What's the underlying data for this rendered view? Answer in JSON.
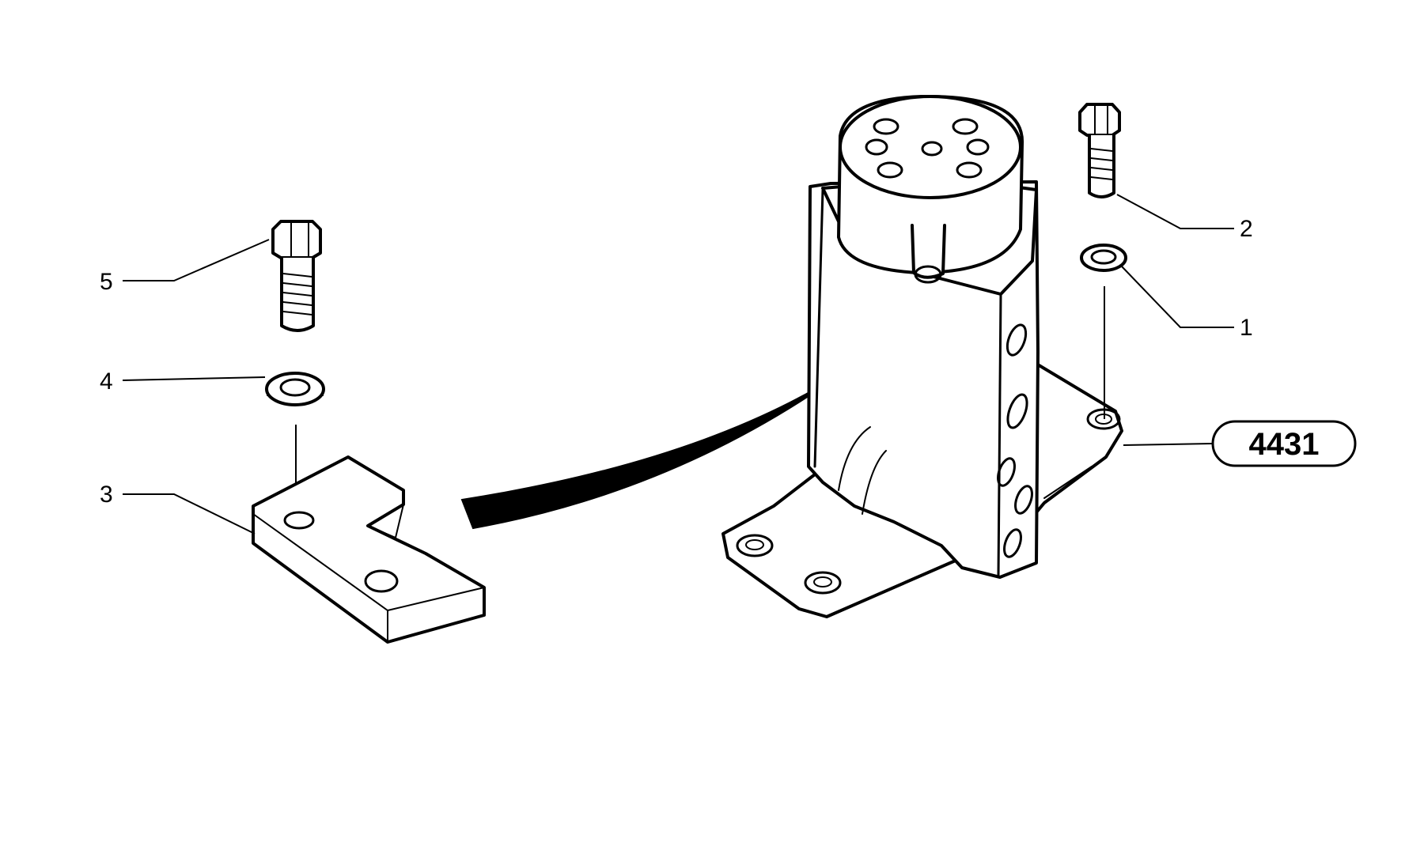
{
  "callouts": [
    {
      "id": "1",
      "label": "1",
      "part": "washer-small"
    },
    {
      "id": "2",
      "label": "2",
      "part": "bolt-small"
    },
    {
      "id": "3",
      "label": "3",
      "part": "plate"
    },
    {
      "id": "4",
      "label": "4",
      "part": "washer-large"
    },
    {
      "id": "5",
      "label": "5",
      "part": "bolt-large"
    }
  ],
  "reference": {
    "label": "4431"
  }
}
